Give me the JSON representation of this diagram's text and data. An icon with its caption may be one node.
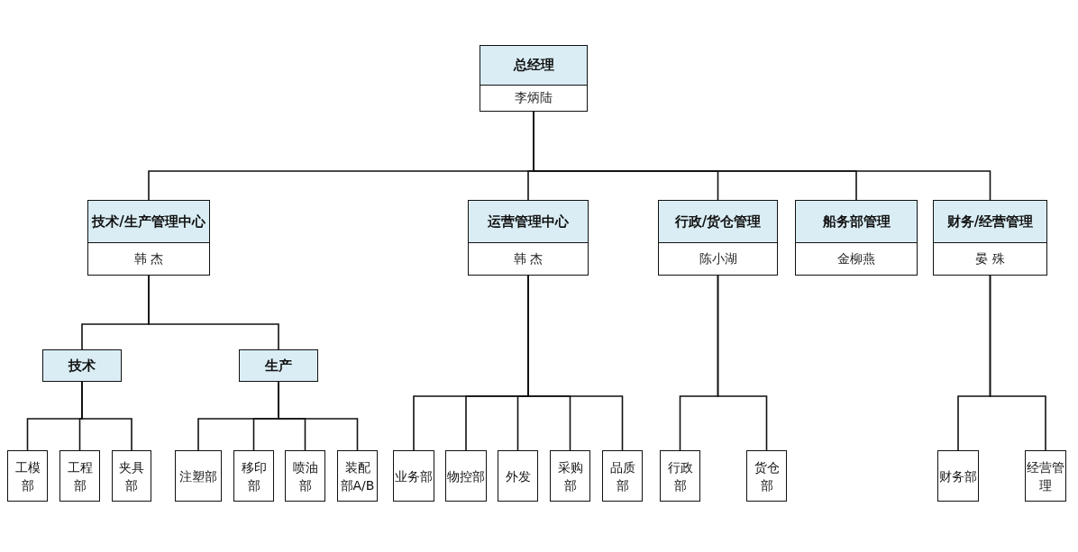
{
  "diagram": {
    "nodes": [
      {
        "text": [
          "总经理",
          "李炳陆"
        ]
      },
      {
        "text": [
          "技术/生产管理中心",
          "韩 杰"
        ]
      },
      {
        "text": [
          "运营管理中心",
          "韩 杰"
        ]
      },
      {
        "text": [
          "行政/货仓管理",
          "陈小湖"
        ]
      },
      {
        "text": [
          "船务部管理",
          "金柳燕"
        ]
      },
      {
        "text": [
          "财务/经营管理",
          "晏 殊"
        ]
      },
      {
        "text": [
          "技术"
        ]
      },
      {
        "text": [
          "生产"
        ]
      },
      {
        "text": [
          "工模部"
        ]
      },
      {
        "text": [
          "工程部"
        ]
      },
      {
        "text": [
          "夹具部"
        ]
      },
      {
        "text": [
          "注塑部"
        ]
      },
      {
        "text": [
          "移印部"
        ]
      },
      {
        "text": [
          "喷油部"
        ]
      },
      {
        "text": [
          "装配部A/B"
        ]
      },
      {
        "text": [
          "业务部"
        ]
      },
      {
        "text": [
          "物控部"
        ]
      },
      {
        "text": [
          "外发"
        ]
      },
      {
        "text": [
          "采购部"
        ]
      },
      {
        "text": [
          "品质部"
        ]
      },
      {
        "text": [
          "行政部"
        ]
      },
      {
        "text": [
          "货仓部"
        ]
      },
      {
        "text": [
          "财务部"
        ]
      },
      {
        "text": [
          "经营管理"
        ]
      }
    ],
    "edges": [
      {
        "from": 0,
        "to": 1,
        "arrow": "none"
      },
      {
        "from": 0,
        "to": 2,
        "arrow": "none"
      },
      {
        "from": 0,
        "to": 3,
        "arrow": "none"
      },
      {
        "from": 0,
        "to": 4,
        "arrow": "none"
      },
      {
        "from": 0,
        "to": 5,
        "arrow": "none"
      },
      {
        "from": 1,
        "to": 6,
        "arrow": "none"
      },
      {
        "from": 1,
        "to": 7,
        "arrow": "none"
      },
      {
        "from": 6,
        "to": 8,
        "arrow": "none"
      },
      {
        "from": 6,
        "to": 9,
        "arrow": "none"
      },
      {
        "from": 6,
        "to": 10,
        "arrow": "none"
      },
      {
        "from": 7,
        "to": 11,
        "arrow": "none"
      },
      {
        "from": 7,
        "to": 12,
        "arrow": "none"
      },
      {
        "from": 7,
        "to": 13,
        "arrow": "none"
      },
      {
        "from": 7,
        "to": 14,
        "arrow": "none"
      },
      {
        "from": 2,
        "to": 15,
        "arrow": "none"
      },
      {
        "from": 2,
        "to": 16,
        "arrow": "none"
      },
      {
        "from": 2,
        "to": 17,
        "arrow": "none"
      },
      {
        "from": 2,
        "to": 18,
        "arrow": "none"
      },
      {
        "from": 2,
        "to": 19,
        "arrow": "none"
      },
      {
        "from": 3,
        "to": 20,
        "arrow": "none"
      },
      {
        "from": 3,
        "to": 21,
        "arrow": "none"
      },
      {
        "from": 5,
        "to": 22,
        "arrow": "none"
      },
      {
        "from": 5,
        "to": 23,
        "arrow": "none"
      }
    ]
  }
}
